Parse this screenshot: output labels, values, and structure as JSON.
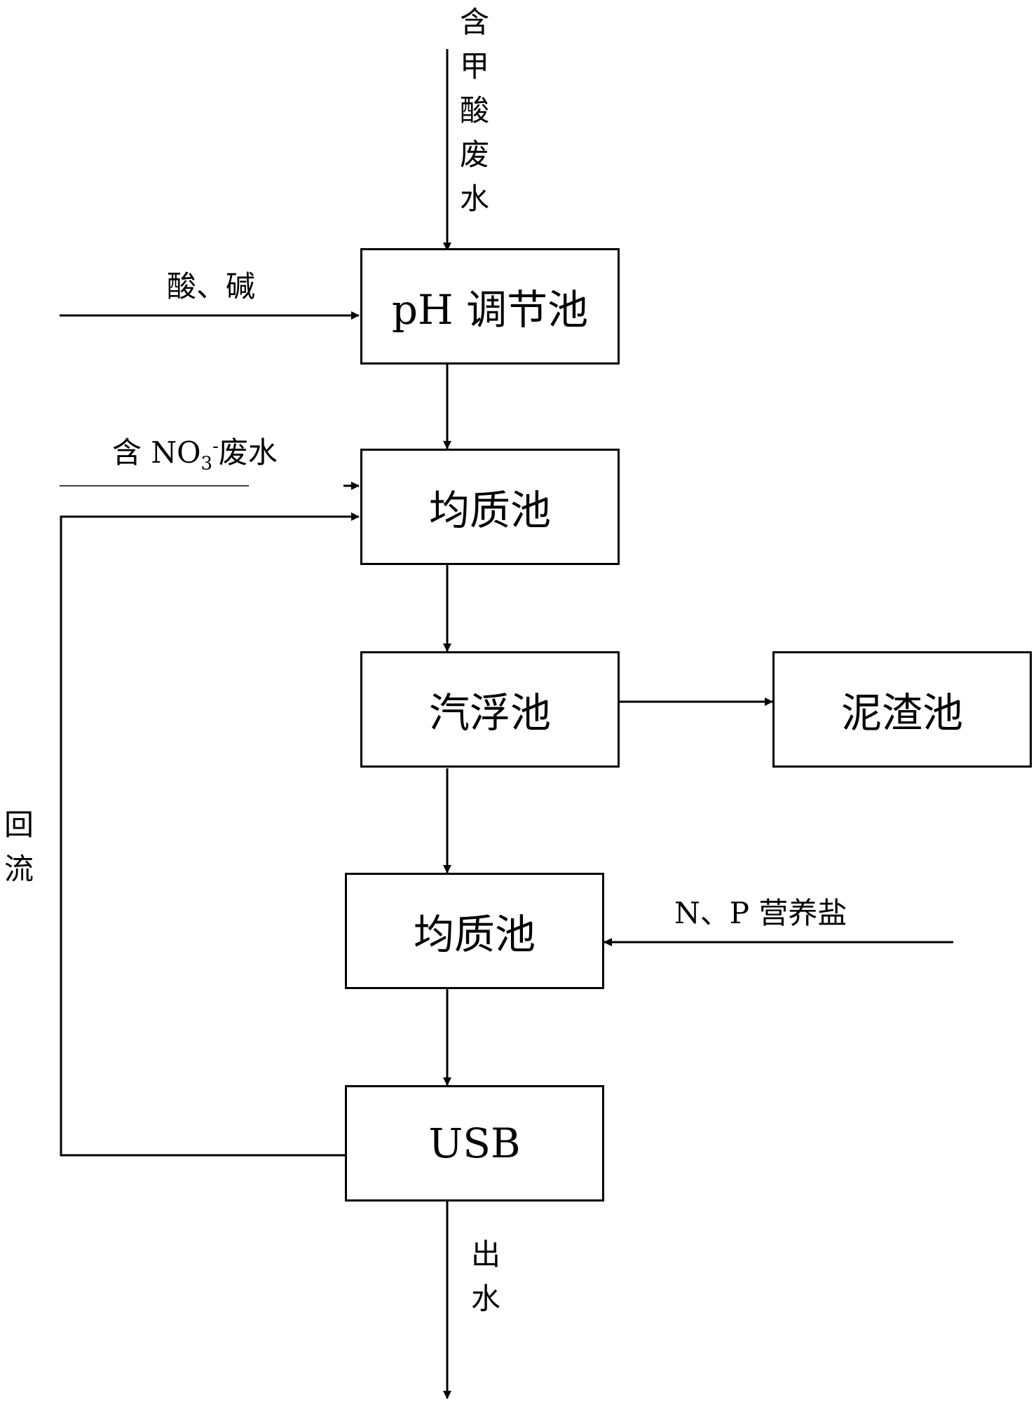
{
  "nodes": {
    "ph_tank": "pH 调节池",
    "homogenizing_tank_1": "均质池",
    "air_flotation_tank": "汽浮池",
    "sludge_tank": "泥渣池",
    "homogenizing_tank_2": "均质池",
    "usb": "USB"
  },
  "inputs": {
    "formic_acid_wastewater": [
      "含",
      "甲",
      "酸",
      "废",
      "水"
    ],
    "acid_base": "酸、碱",
    "nitrate_prefix": "含 NO",
    "nitrate_sub": "3",
    "nitrate_sup": "-",
    "nitrate_suffix": "废水",
    "nutrients": "N、P 营养盐"
  },
  "outputs": {
    "effluent": [
      "出",
      "水"
    ]
  },
  "recycle": [
    "回",
    "流"
  ]
}
